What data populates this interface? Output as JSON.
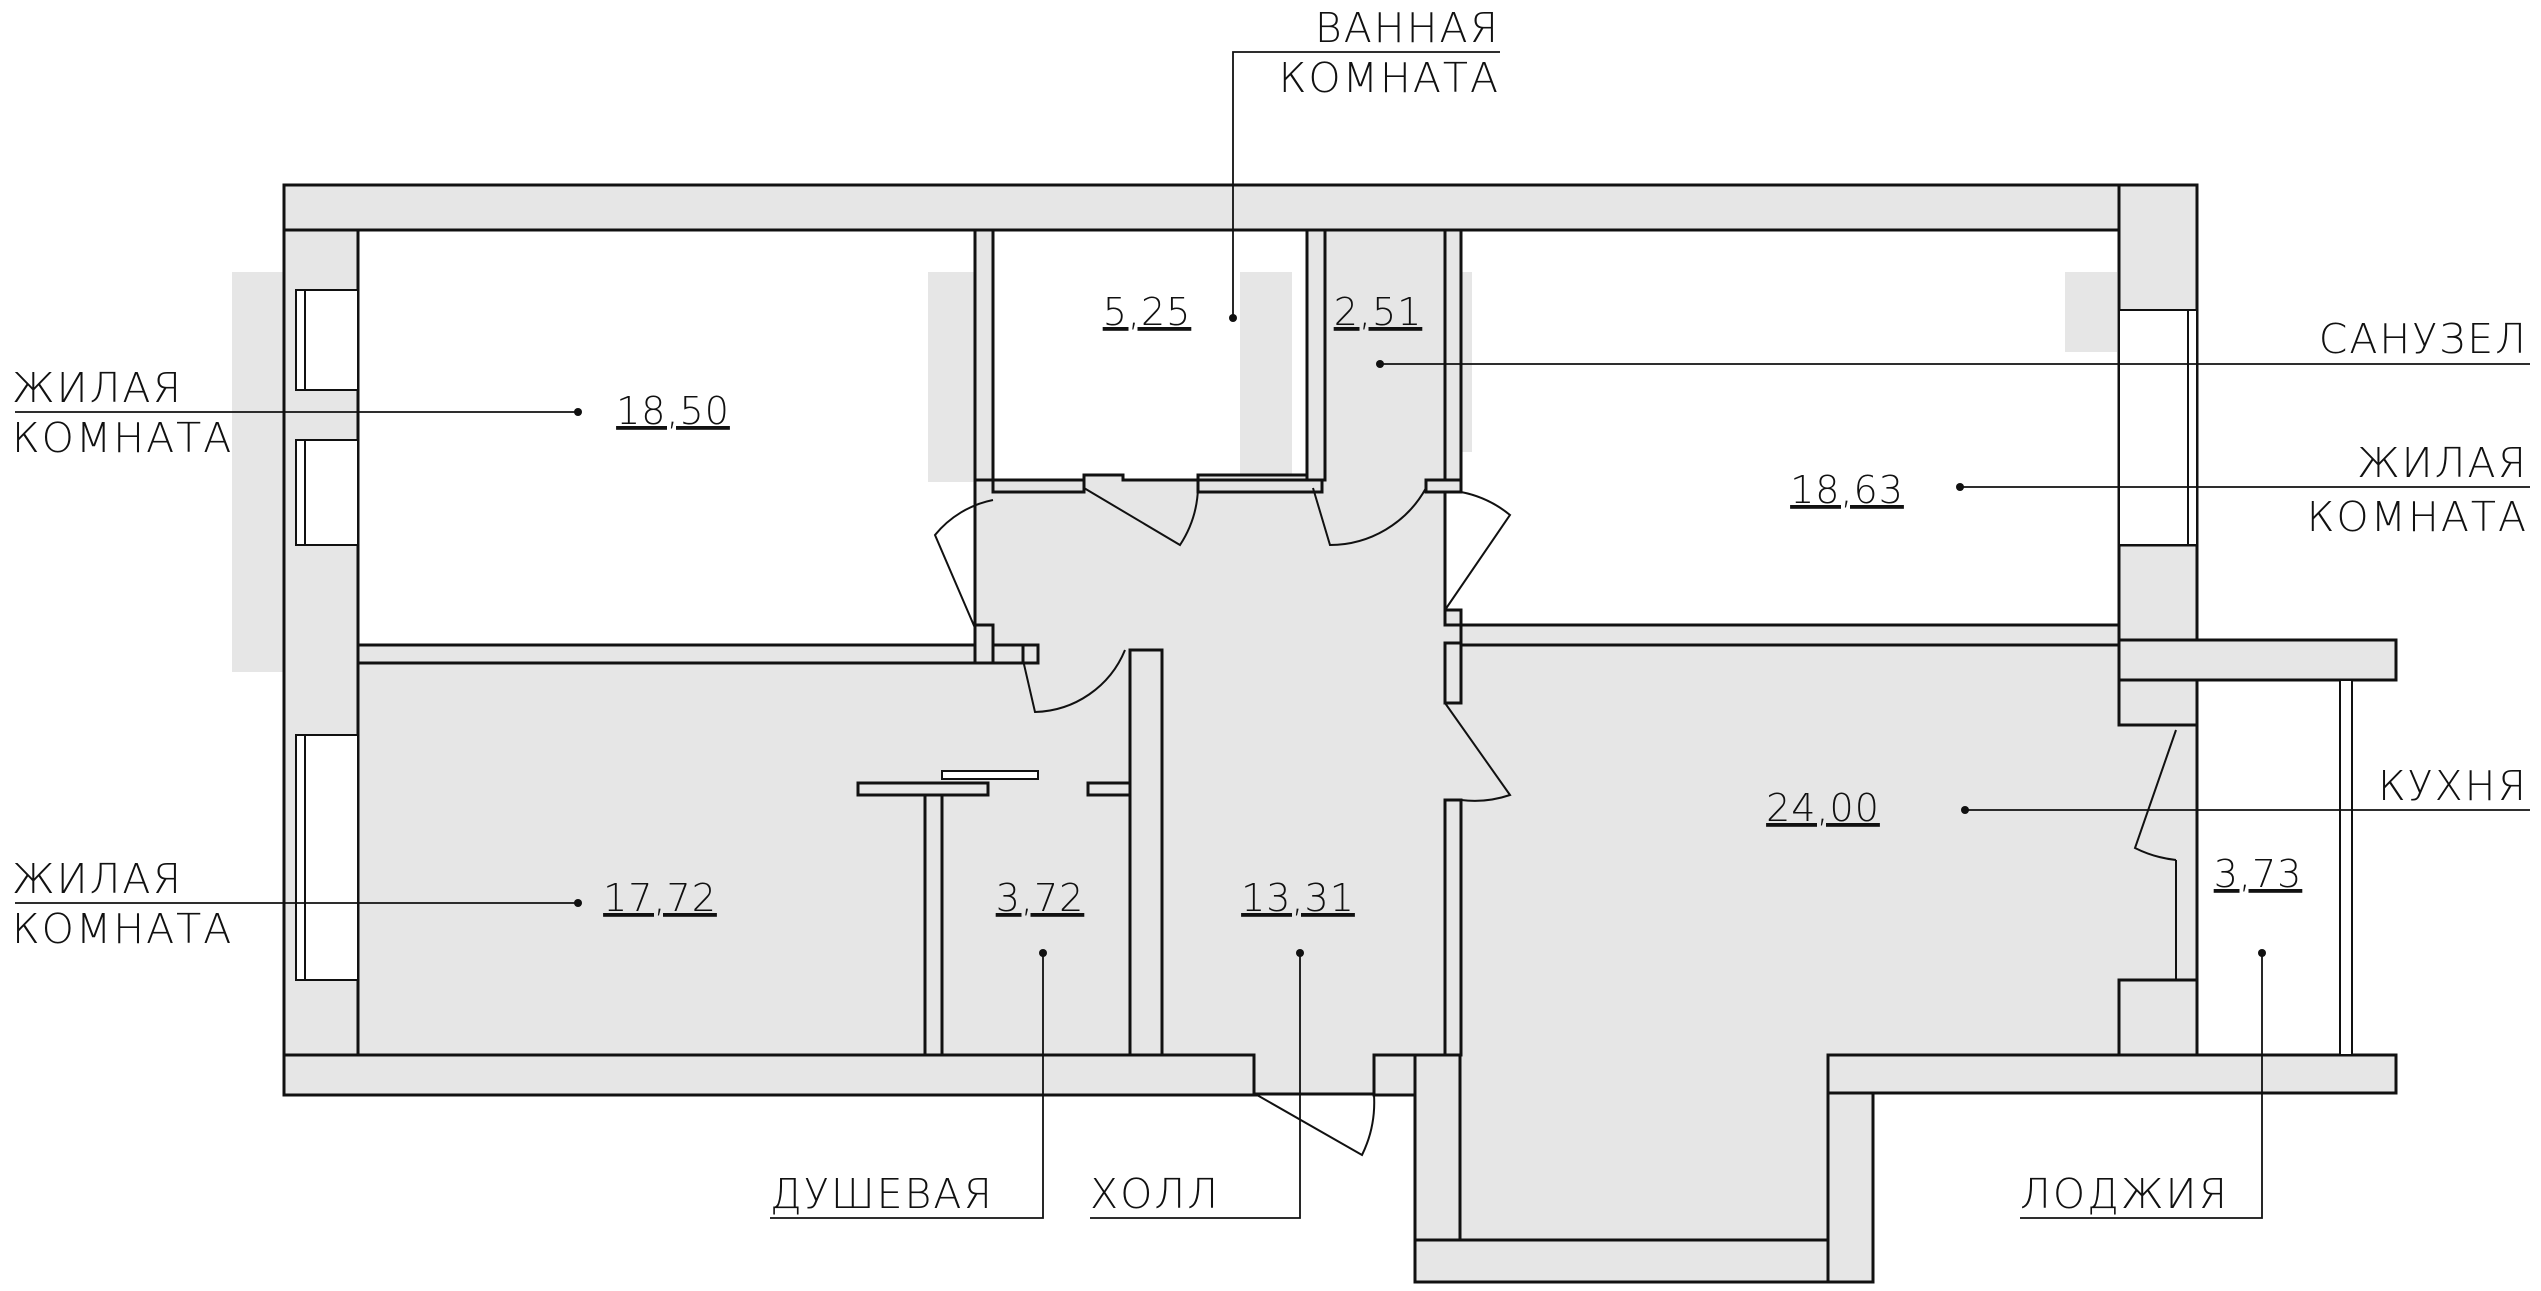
{
  "rooms": {
    "living_1": {
      "area": "18,50"
    },
    "bath": {
      "area": "5,25"
    },
    "wc": {
      "area": "2,51"
    },
    "living_2": {
      "area": "18,63"
    },
    "living_3": {
      "area": "17,72"
    },
    "shower": {
      "area": "3,72"
    },
    "hall": {
      "area": "13,31"
    },
    "kitchen": {
      "area": "24,00"
    },
    "loggia": {
      "area": "3,73"
    }
  },
  "labels": {
    "bath_line1": "ВАННАЯ",
    "bath_line2": "КОМНАТА",
    "living_left1_line1": "ЖИЛАЯ",
    "living_left1_line2": "КОМНАТА",
    "living_left2_line1": "ЖИЛАЯ",
    "living_left2_line2": "КОМНАТА",
    "wc": "САНУЗЕЛ",
    "living_right_line1": "ЖИЛАЯ",
    "living_right_line2": "КОМНАТА",
    "kitchen": "КУХНЯ",
    "shower": "ДУШЕВАЯ",
    "hall": "ХОЛЛ",
    "loggia": "ЛОДЖИЯ"
  }
}
